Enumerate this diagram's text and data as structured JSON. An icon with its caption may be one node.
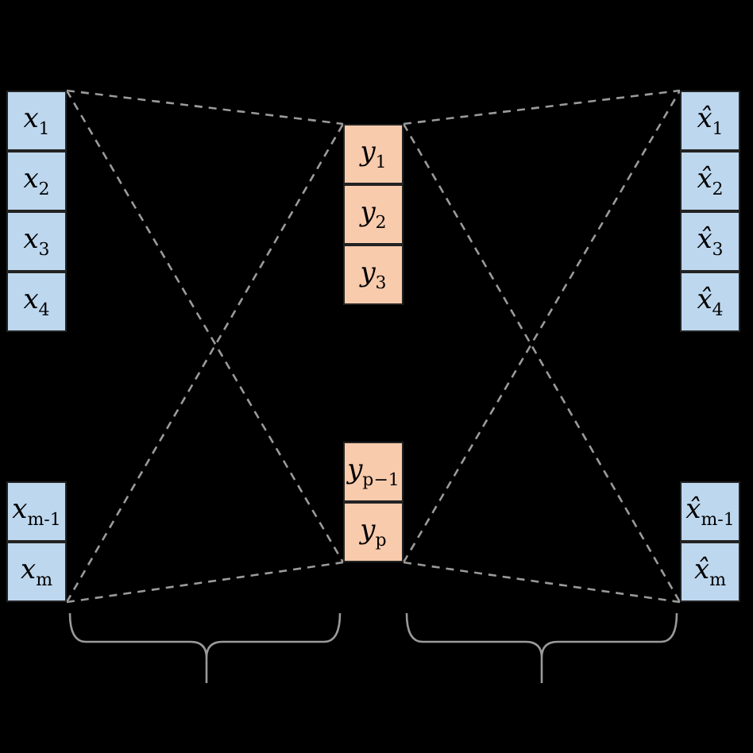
{
  "diagram": {
    "nodes": [
      {
        "text": [
          "x$_{1}$"
        ]
      },
      {
        "text": [
          "x$_{2}$"
        ]
      },
      {
        "text": [
          "x$_{3}$"
        ]
      },
      {
        "text": [
          "x$_{4}$"
        ]
      },
      {
        "text": [
          "x$_{m-1}$"
        ]
      },
      {
        "text": [
          "x$_{m}$"
        ]
      },
      {
        "text": [
          "y$_{1}$"
        ]
      },
      {
        "text": [
          "y$_{2}$"
        ]
      },
      {
        "text": [
          "y$_{3}$"
        ]
      },
      {
        "text": [
          "y$_{p−1}$"
        ]
      },
      {
        "text": [
          "y$_{p}$"
        ]
      },
      {
        "text": [
          "x̂$_{1}$"
        ]
      },
      {
        "text": [
          "x̂$_{2}$"
        ]
      },
      {
        "text": [
          "x̂$_{3}$"
        ]
      },
      {
        "text": [
          "x̂$_{4}$"
        ]
      },
      {
        "text": [
          "x̂$_{m-1}$"
        ]
      },
      {
        "text": [
          "x̂$_{m}$"
        ]
      }
    ],
    "edges": [
      {
        "from": 0,
        "to": 6,
        "arrow": "none",
        "style": "dashed"
      },
      {
        "from": 0,
        "to": 10,
        "arrow": "none",
        "style": "dashed"
      },
      {
        "from": 5,
        "to": 6,
        "arrow": "none",
        "style": "dashed"
      },
      {
        "from": 5,
        "to": 10,
        "arrow": "none",
        "style": "dashed"
      },
      {
        "from": 6,
        "to": 11,
        "arrow": "none",
        "style": "dashed"
      },
      {
        "from": 6,
        "to": 16,
        "arrow": "none",
        "style": "dashed"
      },
      {
        "from": 10,
        "to": 11,
        "arrow": "none",
        "style": "dashed"
      },
      {
        "from": 10,
        "to": 16,
        "arrow": "none",
        "style": "dashed"
      }
    ]
  }
}
